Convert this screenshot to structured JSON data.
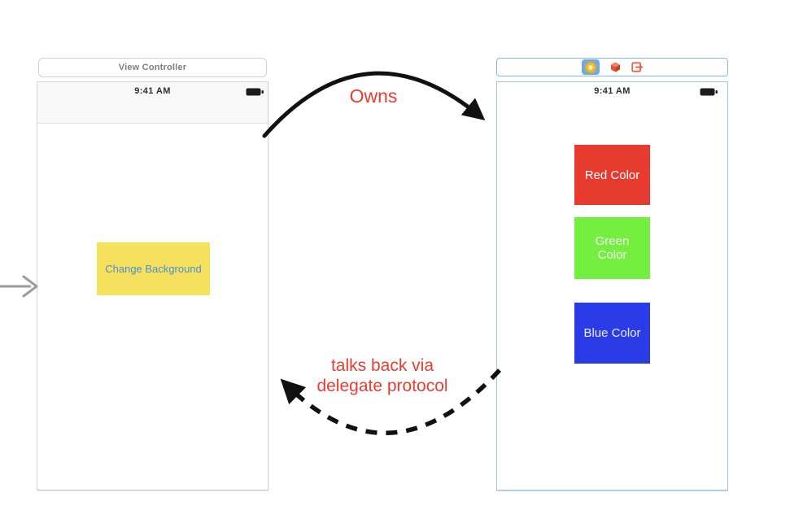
{
  "annotations": {
    "owns": "Owns",
    "delegate_line1": "talks back via",
    "delegate_line2": "delegate protocol",
    "text_color": "#ed3b2f"
  },
  "arrows": {
    "owns_style": "solid",
    "delegate_style": "dashed",
    "annotation_arrow_color": "#111111",
    "entry_arrow_color": "#9e9e9e"
  },
  "left_scene": {
    "header_title": "View Controller",
    "status_time": "9:41 AM",
    "change_button": {
      "label": "Change Background",
      "bg": "#f6e15e",
      "text_color": "#4d8fd1"
    }
  },
  "right_scene": {
    "status_time": "9:41 AM",
    "dock": {
      "border_color": "#85bbe2",
      "selected_icon_bg": "#6fa9e8",
      "icons": [
        "view-controller-icon",
        "first-responder-icon",
        "exit-icon"
      ]
    },
    "color_buttons": [
      {
        "label": "Red Color",
        "bg": "#e83b30",
        "text_color": "#ffffff"
      },
      {
        "label": "Green Color",
        "bg": "#74ee3f",
        "text_color": "#f2f2f2"
      },
      {
        "label": "Blue Color",
        "bg": "#2a3be8",
        "text_color": "#ededf5"
      }
    ]
  }
}
